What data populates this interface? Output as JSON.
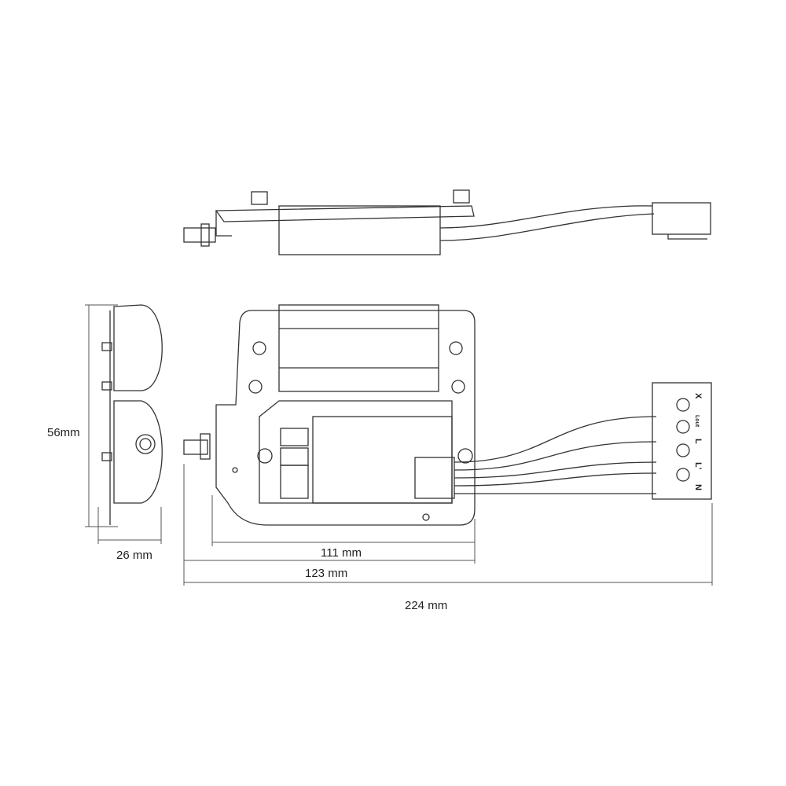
{
  "dimensions": {
    "height": "56mm",
    "depth": "26 mm",
    "body_width": "111 mm",
    "width_with_connector": "123 mm",
    "total_width": "224 mm"
  },
  "terminal_labels": [
    "X",
    "Lout",
    "L",
    "L'",
    "N"
  ]
}
